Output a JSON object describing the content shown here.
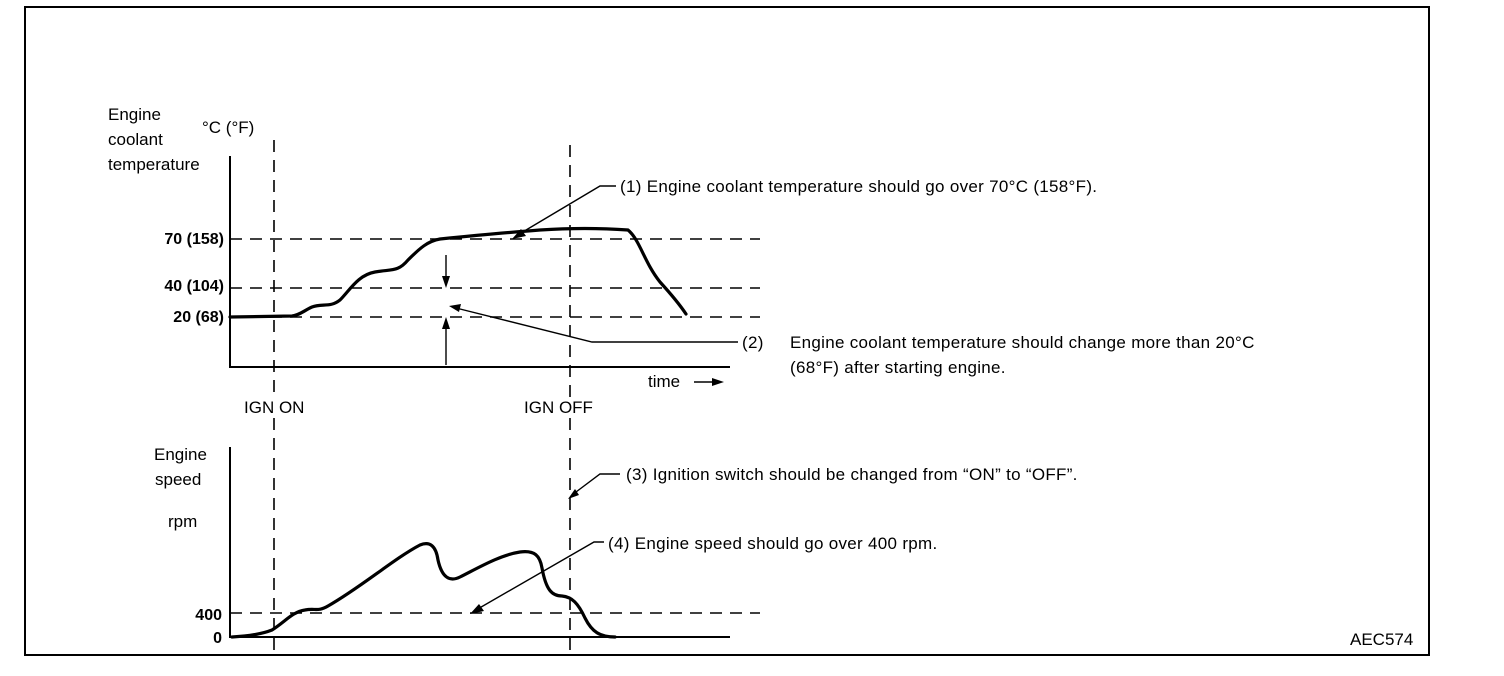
{
  "top_chart": {
    "ylabel_lines": [
      "Engine",
      "coolant",
      "temperature"
    ],
    "unit": "°C (°F)",
    "ticks": [
      "70 (158)",
      "40 (104)",
      "20 (68)"
    ],
    "xlabel": "time"
  },
  "markers": {
    "ign_on": "IGN ON",
    "ign_off": "IGN OFF"
  },
  "bottom_chart": {
    "ylabel_lines": [
      "Engine",
      "speed"
    ],
    "unit": "rpm",
    "ticks": [
      "400",
      "0"
    ]
  },
  "notes": {
    "n1": "(1)   Engine coolant temperature should go over 70°C (158°F).",
    "n2_marker": "(2)",
    "n2_line1": "Engine coolant temperature should change more than 20°C",
    "n2_line2": "(68°F) after starting engine.",
    "n3": "(3)   Ignition switch should be changed from “ON” to “OFF”.",
    "n4": "(4)   Engine speed should go over 400 rpm."
  },
  "figure_code": "AEC574"
}
